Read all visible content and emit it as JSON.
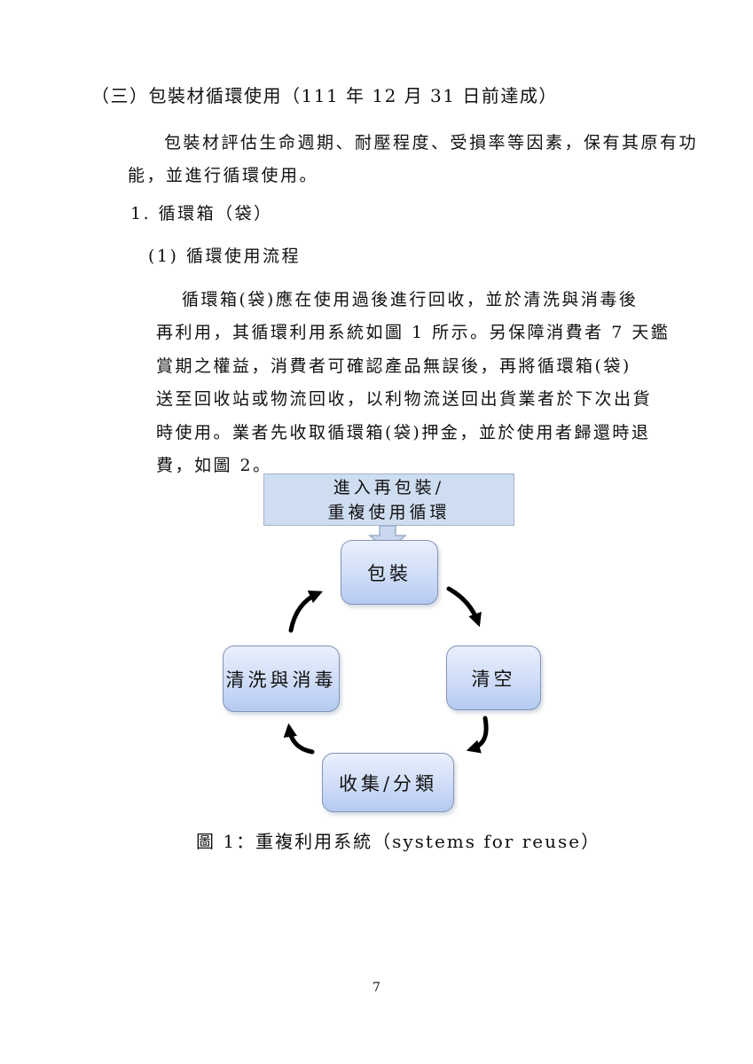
{
  "document": {
    "heading": "（三）包裝材循環使用（111 年 12 月 31 日前達成）",
    "para1_lines": [
      "包裝材評估生命週期、耐壓程度、受損率等因素，保有其原有功",
      "能，並進行循環使用。"
    ],
    "item_number": "1. 循環箱（袋）",
    "item_sub": "(1) 循環使用流程",
    "para2_lines": [
      "循環箱(袋)應在使用過後進行回收，並於清洗與消毒後",
      "再利用，其循環利用系統如圖 1 所示。另保障消費者 7 天鑑",
      "賞期之權益，消費者可確認產品無誤後，再將循環箱(袋)",
      "送至回收站或物流回收，以利物流送回出貨業者於下次出貨",
      "時使用。業者先收取循環箱(袋)押金，並於使用者歸還時退",
      "費，如圖 2。"
    ],
    "figure_caption": "圖 1：重複利用系統（systems for reuse）",
    "page_number": "7"
  },
  "diagram": {
    "entry_box_line1": "進入再包裝/",
    "entry_box_line2": "重複使用循環",
    "node_package": "包裝",
    "node_empty": "清空",
    "node_collect": "收集/分類",
    "node_clean": "清洗與消毒",
    "colors": {
      "entry_box_fill": "#cfddf1",
      "entry_box_border": "#a2b3cc",
      "node_fill_top": "#eaf0fc",
      "node_fill_bottom": "#b5caf2",
      "node_border": "#8494b4",
      "arrow": "#000000"
    }
  }
}
